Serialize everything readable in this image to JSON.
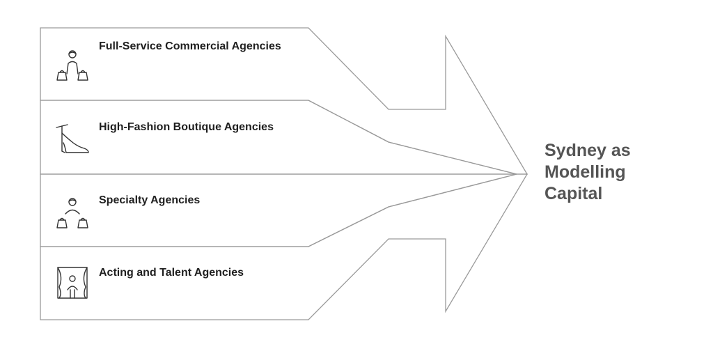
{
  "target": {
    "label": "Sydney as Modelling Capital"
  },
  "rows": [
    {
      "label": "Full-Service Commercial Agencies",
      "icon": "shopper-with-bags-icon"
    },
    {
      "label": "High-Fashion Boutique Agencies",
      "icon": "high-heel-shoe-icon"
    },
    {
      "label": "Specialty Agencies",
      "icon": "person-with-bags-icon"
    },
    {
      "label": "Acting and Talent Agencies",
      "icon": "stage-curtain-performer-icon"
    }
  ],
  "colors": {
    "outline": "#9a9a9a",
    "text": "#1f1f1f",
    "target_text": "#555555",
    "icon": "#333333"
  }
}
